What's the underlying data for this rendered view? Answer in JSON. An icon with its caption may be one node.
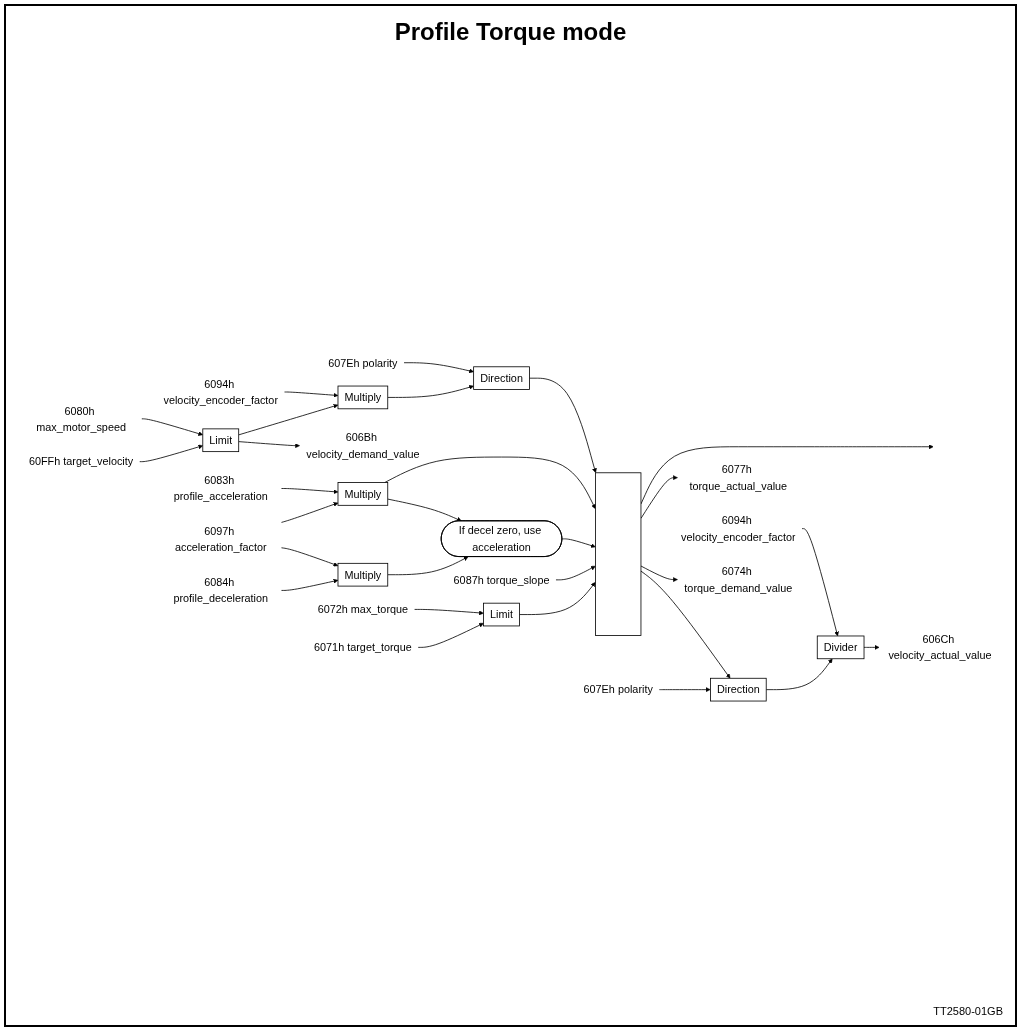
{
  "diagram": {
    "title": "Profile Torque mode",
    "nodes": [
      {
        "text": [
          "607Eh polarity"
        ]
      },
      {
        "text": [
          "6094h velocity_encoder_factor"
        ]
      },
      {
        "text": [
          "6080h max_motor_speed"
        ]
      },
      {
        "text": [
          "60FFh target_velocity"
        ]
      },
      {
        "text": [
          "Limit"
        ]
      },
      {
        "text": [
          "Multiply"
        ]
      },
      {
        "text": [
          "Direction"
        ]
      },
      {
        "text": [],
        "shape": "bar"
      },
      {
        "text": [
          "606Bh velocity_demand_value"
        ]
      },
      {
        "text": [
          "6083h profile_acceleration"
        ]
      },
      {
        "text": [
          "Multiply"
        ]
      },
      {
        "text": [
          "6097h acceleration_factor"
        ]
      },
      {
        "text": [
          "6084h profile_deceleration"
        ]
      },
      {
        "text": [
          "Multiply"
        ]
      },
      {
        "text": [
          "If decel zero, use acceleration"
        ]
      },
      {
        "text": [
          "6072h max_torque"
        ]
      },
      {
        "text": [
          "6071h target_torque"
        ]
      },
      {
        "text": [
          "Limit"
        ]
      },
      {
        "text": [
          "6087h torque_slope"
        ]
      },
      {
        "text": [
          "6077h torque_actual_value"
        ]
      },
      {
        "text": [
          "6074h torque_demand_value"
        ]
      },
      {
        "text": [
          "607Eh polarity"
        ]
      },
      {
        "text": [
          "6094h velocity_encoder_factor"
        ]
      },
      {
        "text": [
          "606Ch velocity_actual_value"
        ]
      },
      {
        "text": [
          "Divider"
        ]
      },
      {
        "text": [
          "Direction"
        ]
      }
    ],
    "edges": [
      {
        "from": 0,
        "to": 6,
        "arrow": "to"
      },
      {
        "from": 1,
        "to": 5,
        "arrow": "to"
      },
      {
        "from": 2,
        "to": 4,
        "arrow": "to"
      },
      {
        "from": 3,
        "to": 4,
        "arrow": "to"
      },
      {
        "from": 4,
        "to": 5,
        "arrow": "to"
      },
      {
        "from": 5,
        "to": 6,
        "arrow": "to"
      },
      {
        "from": 6,
        "to": 7,
        "arrow": "to"
      },
      {
        "from": 4,
        "to": 8,
        "arrow": "to"
      },
      {
        "from": 9,
        "to": 10,
        "arrow": "to"
      },
      {
        "from": 10,
        "to": 7,
        "arrow": "to"
      },
      {
        "from": 10,
        "to": 14,
        "arrow": "to"
      },
      {
        "from": 11,
        "to": 10,
        "arrow": "to"
      },
      {
        "from": 11,
        "to": 13,
        "arrow": "to"
      },
      {
        "from": 12,
        "to": 13,
        "arrow": "to"
      },
      {
        "from": 13,
        "to": 14,
        "arrow": "to"
      },
      {
        "from": 14,
        "to": 7,
        "arrow": "to"
      },
      {
        "from": 7,
        "to": null,
        "arrow": "to"
      },
      {
        "from": 15,
        "to": 17,
        "arrow": "to"
      },
      {
        "from": 16,
        "to": 17,
        "arrow": "to"
      },
      {
        "from": 17,
        "to": 7,
        "arrow": "to"
      },
      {
        "from": 18,
        "to": 7,
        "arrow": "to"
      },
      {
        "from": 7,
        "to": 19,
        "arrow": "to"
      },
      {
        "from": 7,
        "to": 20,
        "arrow": "to"
      },
      {
        "from": 21,
        "to": 25,
        "arrow": "to"
      },
      {
        "from": 22,
        "to": 24,
        "arrow": "to"
      },
      {
        "from": 7,
        "to": 25,
        "arrow": "to"
      },
      {
        "from": 25,
        "to": 24,
        "arrow": "to"
      },
      {
        "from": 24,
        "to": 23,
        "arrow": "to"
      }
    ],
    "labels": [
      "TT2580-01GB"
    ]
  }
}
